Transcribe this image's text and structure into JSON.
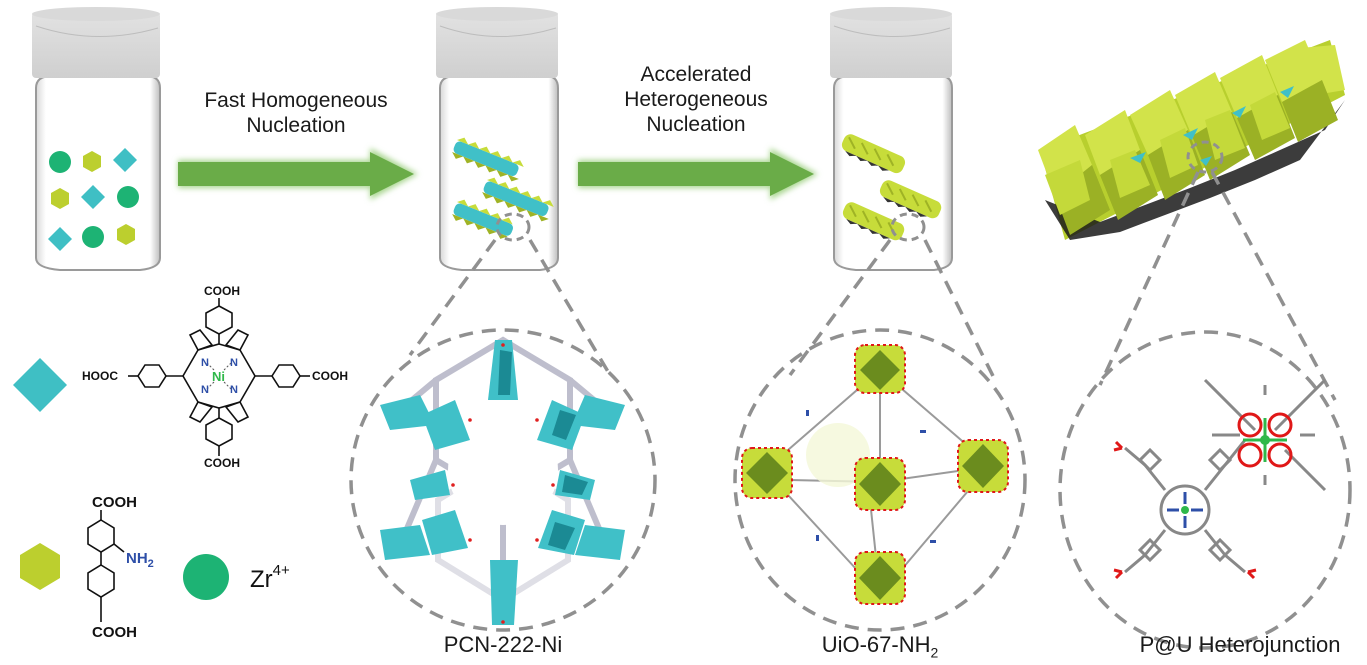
{
  "step1": {
    "line1": "Fast Homogeneous",
    "line2": "Nucleation"
  },
  "step2": {
    "line1": "Accelerated",
    "line2": "Heterogeneous",
    "line3": "Nucleation"
  },
  "structures": {
    "pcn": "PCN-222-Ni",
    "uio_main": "UiO-67-NH",
    "uio_sub": "2",
    "pu": "P@U Heterojunction"
  },
  "legend": {
    "tcpp": {
      "cooh": "COOH",
      "hooc": "HOOC",
      "n": "N",
      "metal": "Ni",
      "shape": "diamond"
    },
    "linker": {
      "cooh": "COOH",
      "nh2": "NH",
      "nh2_sub": "2",
      "shape": "hexagon"
    },
    "metal_ion": {
      "symbol": "Zr",
      "charge": "4+",
      "shape": "circle"
    }
  },
  "colors": {
    "diamond": "#3fbfc4",
    "hexagon": "#bccf2e",
    "circle": "#1db374",
    "arrow": "#6aac48",
    "polyhedra_green": "#c7dc3a",
    "polyhedra_cyan": "#40c0c8",
    "dash": "#909090",
    "oxygen": "#e01818",
    "nitrogen": "#2e4fa8",
    "nickel": "#2fb84a"
  }
}
